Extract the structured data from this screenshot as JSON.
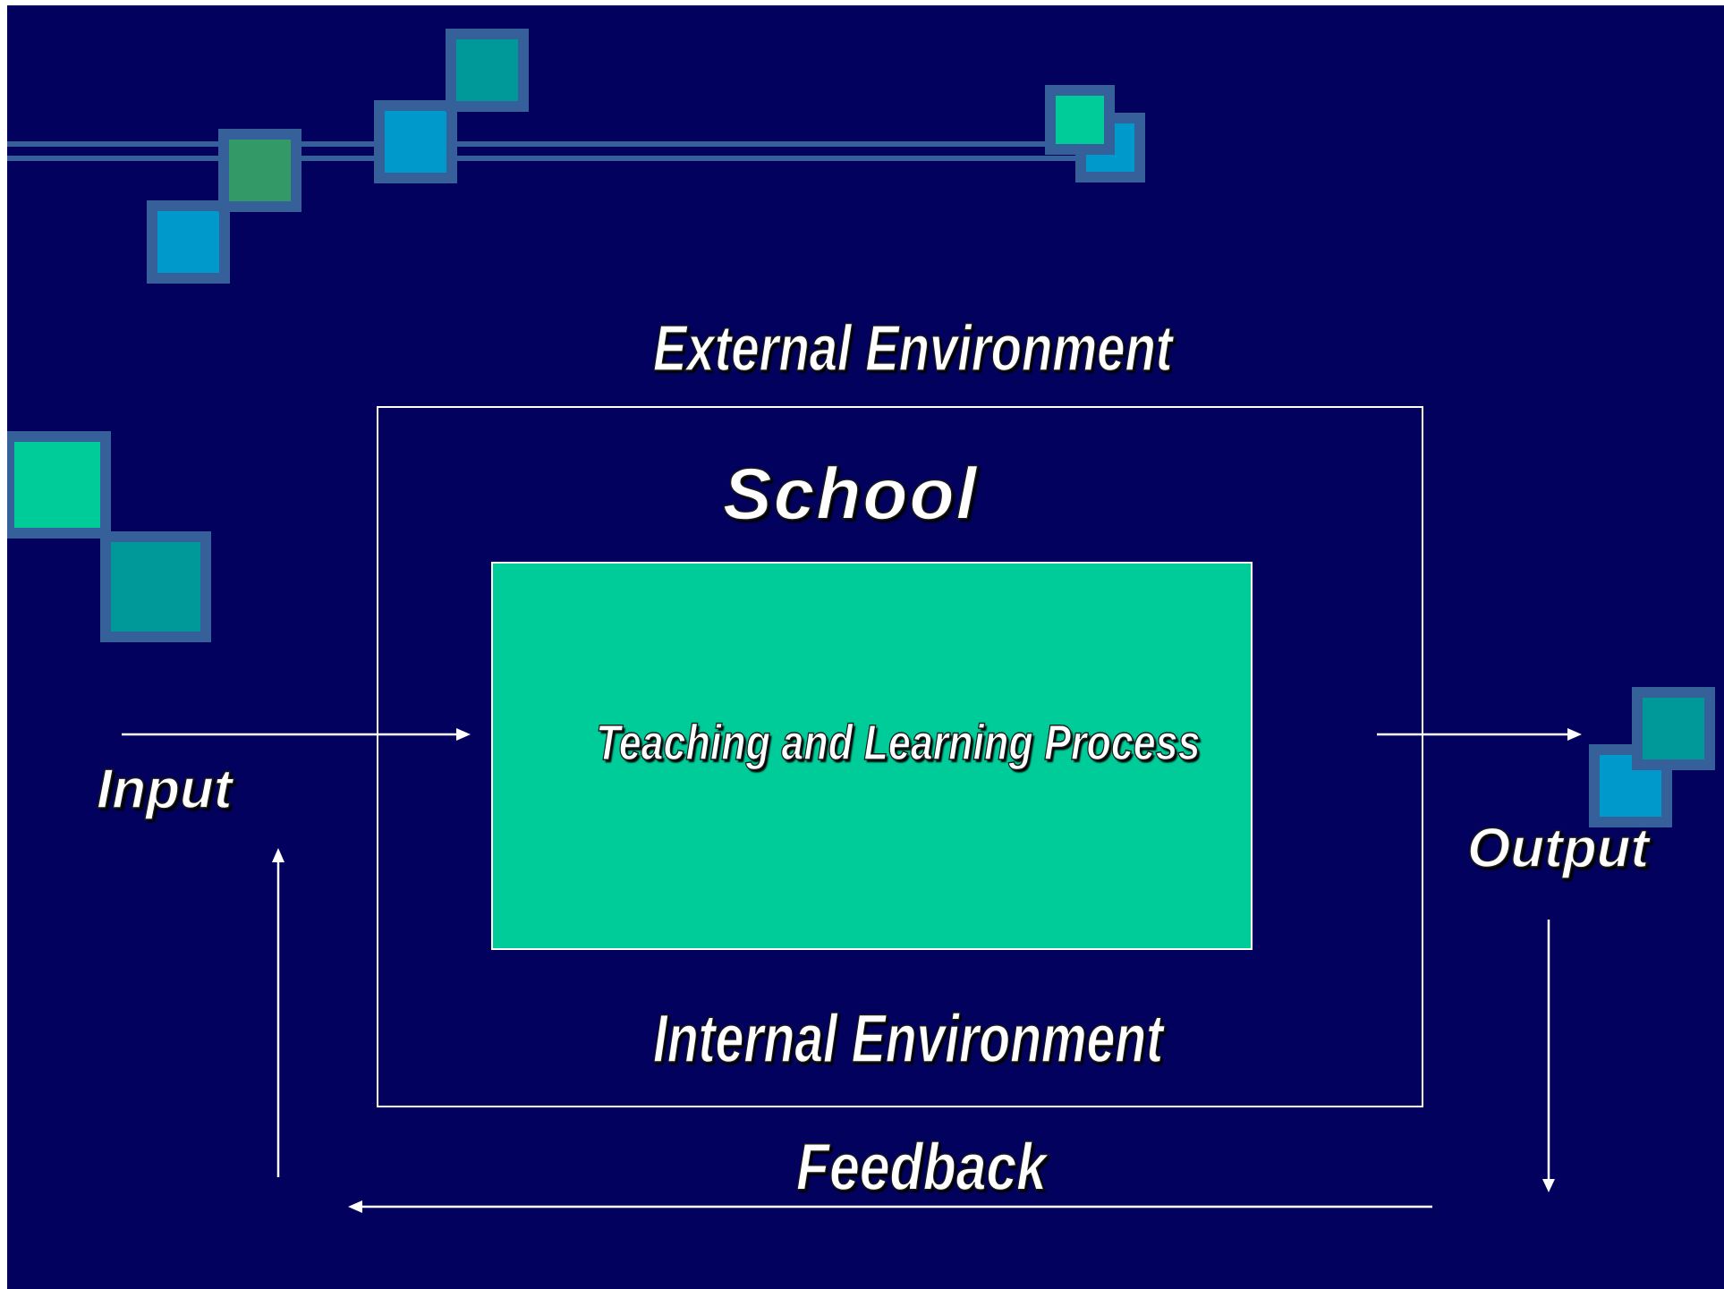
{
  "diagram": {
    "external_environment_label": "External Environment",
    "school_label": "School",
    "process_label": "Teaching and Learning Process",
    "internal_environment_label": "Internal Environment",
    "input_label": "Input",
    "output_label": "Output",
    "feedback_label": "Feedback"
  },
  "colors": {
    "background": "#02025e",
    "process_box": "#00cc99",
    "decor_border": "#35609a",
    "square_blue": "#0099cc",
    "square_teal": "#009999",
    "square_green": "#339966",
    "square_mint": "#00cc99",
    "text": "#ffffff"
  }
}
